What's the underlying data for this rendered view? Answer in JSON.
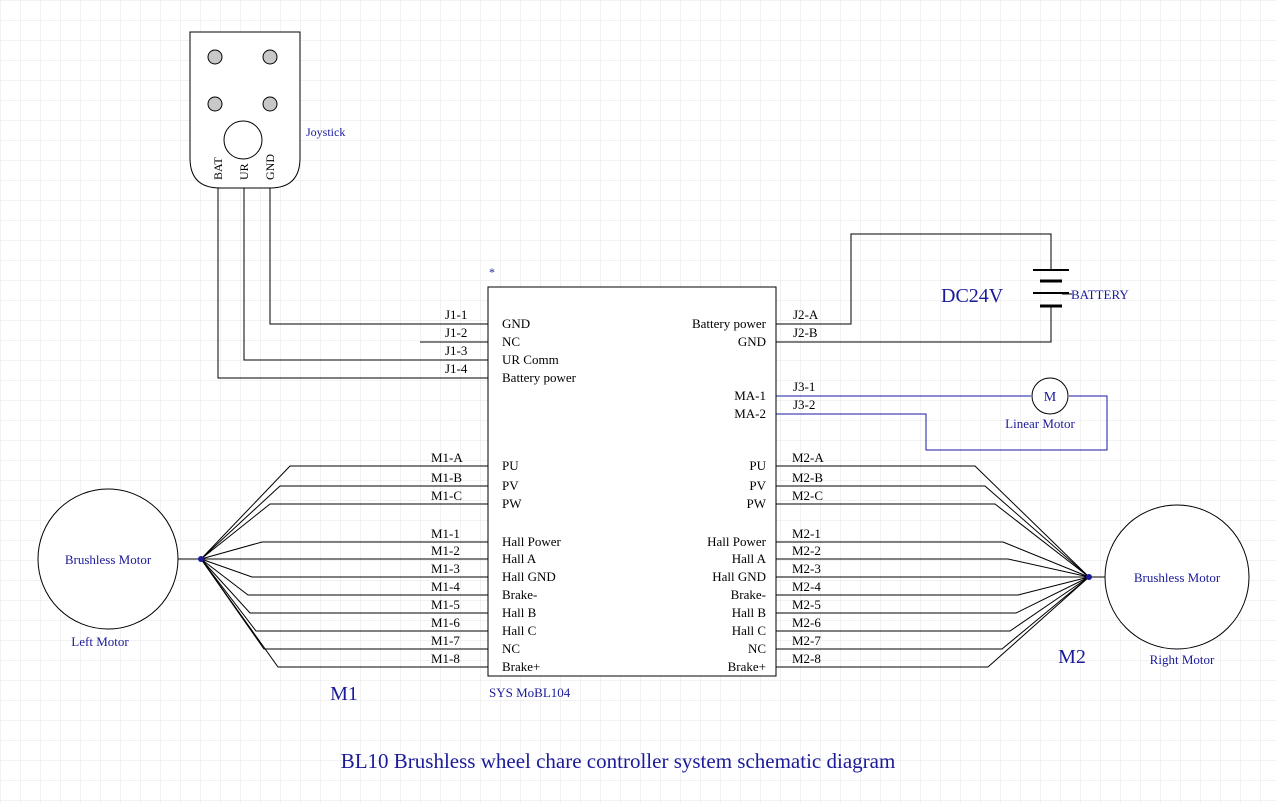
{
  "title": "BL10 Brushless wheel chare controller system schematic diagram",
  "controller": {
    "name": "SYS MoBL104",
    "marker": "*",
    "left_pins": [
      "GND",
      "NC",
      "UR Comm",
      "Battery power",
      "PU",
      "PV",
      "PW",
      "Hall Power",
      "Hall A",
      "Hall GND",
      "Brake-",
      "Hall B",
      "Hall C",
      "NC",
      "Brake+"
    ],
    "right_pins": [
      "Battery power",
      "GND",
      "MA-1",
      "MA-2",
      "PU",
      "PV",
      "PW",
      "Hall Power",
      "Hall A",
      "Hall GND",
      "Brake-",
      "Hall B",
      "Hall C",
      "NC",
      "Brake+"
    ]
  },
  "joystick": {
    "label": "Joystick",
    "pins": [
      "BAT",
      "UR",
      "GND"
    ]
  },
  "battery": {
    "voltage": "DC24V",
    "label": "BATTERY"
  },
  "linear_motor": {
    "symbol": "M",
    "label": "Linear Motor"
  },
  "left_motor": {
    "body_label": "Brushless Motor",
    "label": "Left Motor",
    "group": "M1"
  },
  "right_motor": {
    "body_label": "Brushless Motor",
    "label": "Right Motor",
    "group": "M2"
  },
  "wire_labels": {
    "j1": [
      "J1-1",
      "J1-2",
      "J1-3",
      "J1-4"
    ],
    "j2": [
      "J2-A",
      "J2-B"
    ],
    "j3": [
      "J3-1",
      "J3-2"
    ],
    "m1": [
      "M1-A",
      "M1-B",
      "M1-C",
      "M1-1",
      "M1-2",
      "M1-3",
      "M1-4",
      "M1-5",
      "M1-6",
      "M1-7",
      "M1-8"
    ],
    "m2": [
      "M2-A",
      "M2-B",
      "M2-C",
      "M2-1",
      "M2-2",
      "M2-3",
      "M2-4",
      "M2-5",
      "M2-6",
      "M2-7",
      "M2-8"
    ]
  },
  "colors": {
    "grid": "#e6e6e6",
    "wire_black": "#000000",
    "wire_blue": "#1a1aa6",
    "text_blue": "#1a1a9a",
    "joystick_hole": "#c8c8c8"
  }
}
